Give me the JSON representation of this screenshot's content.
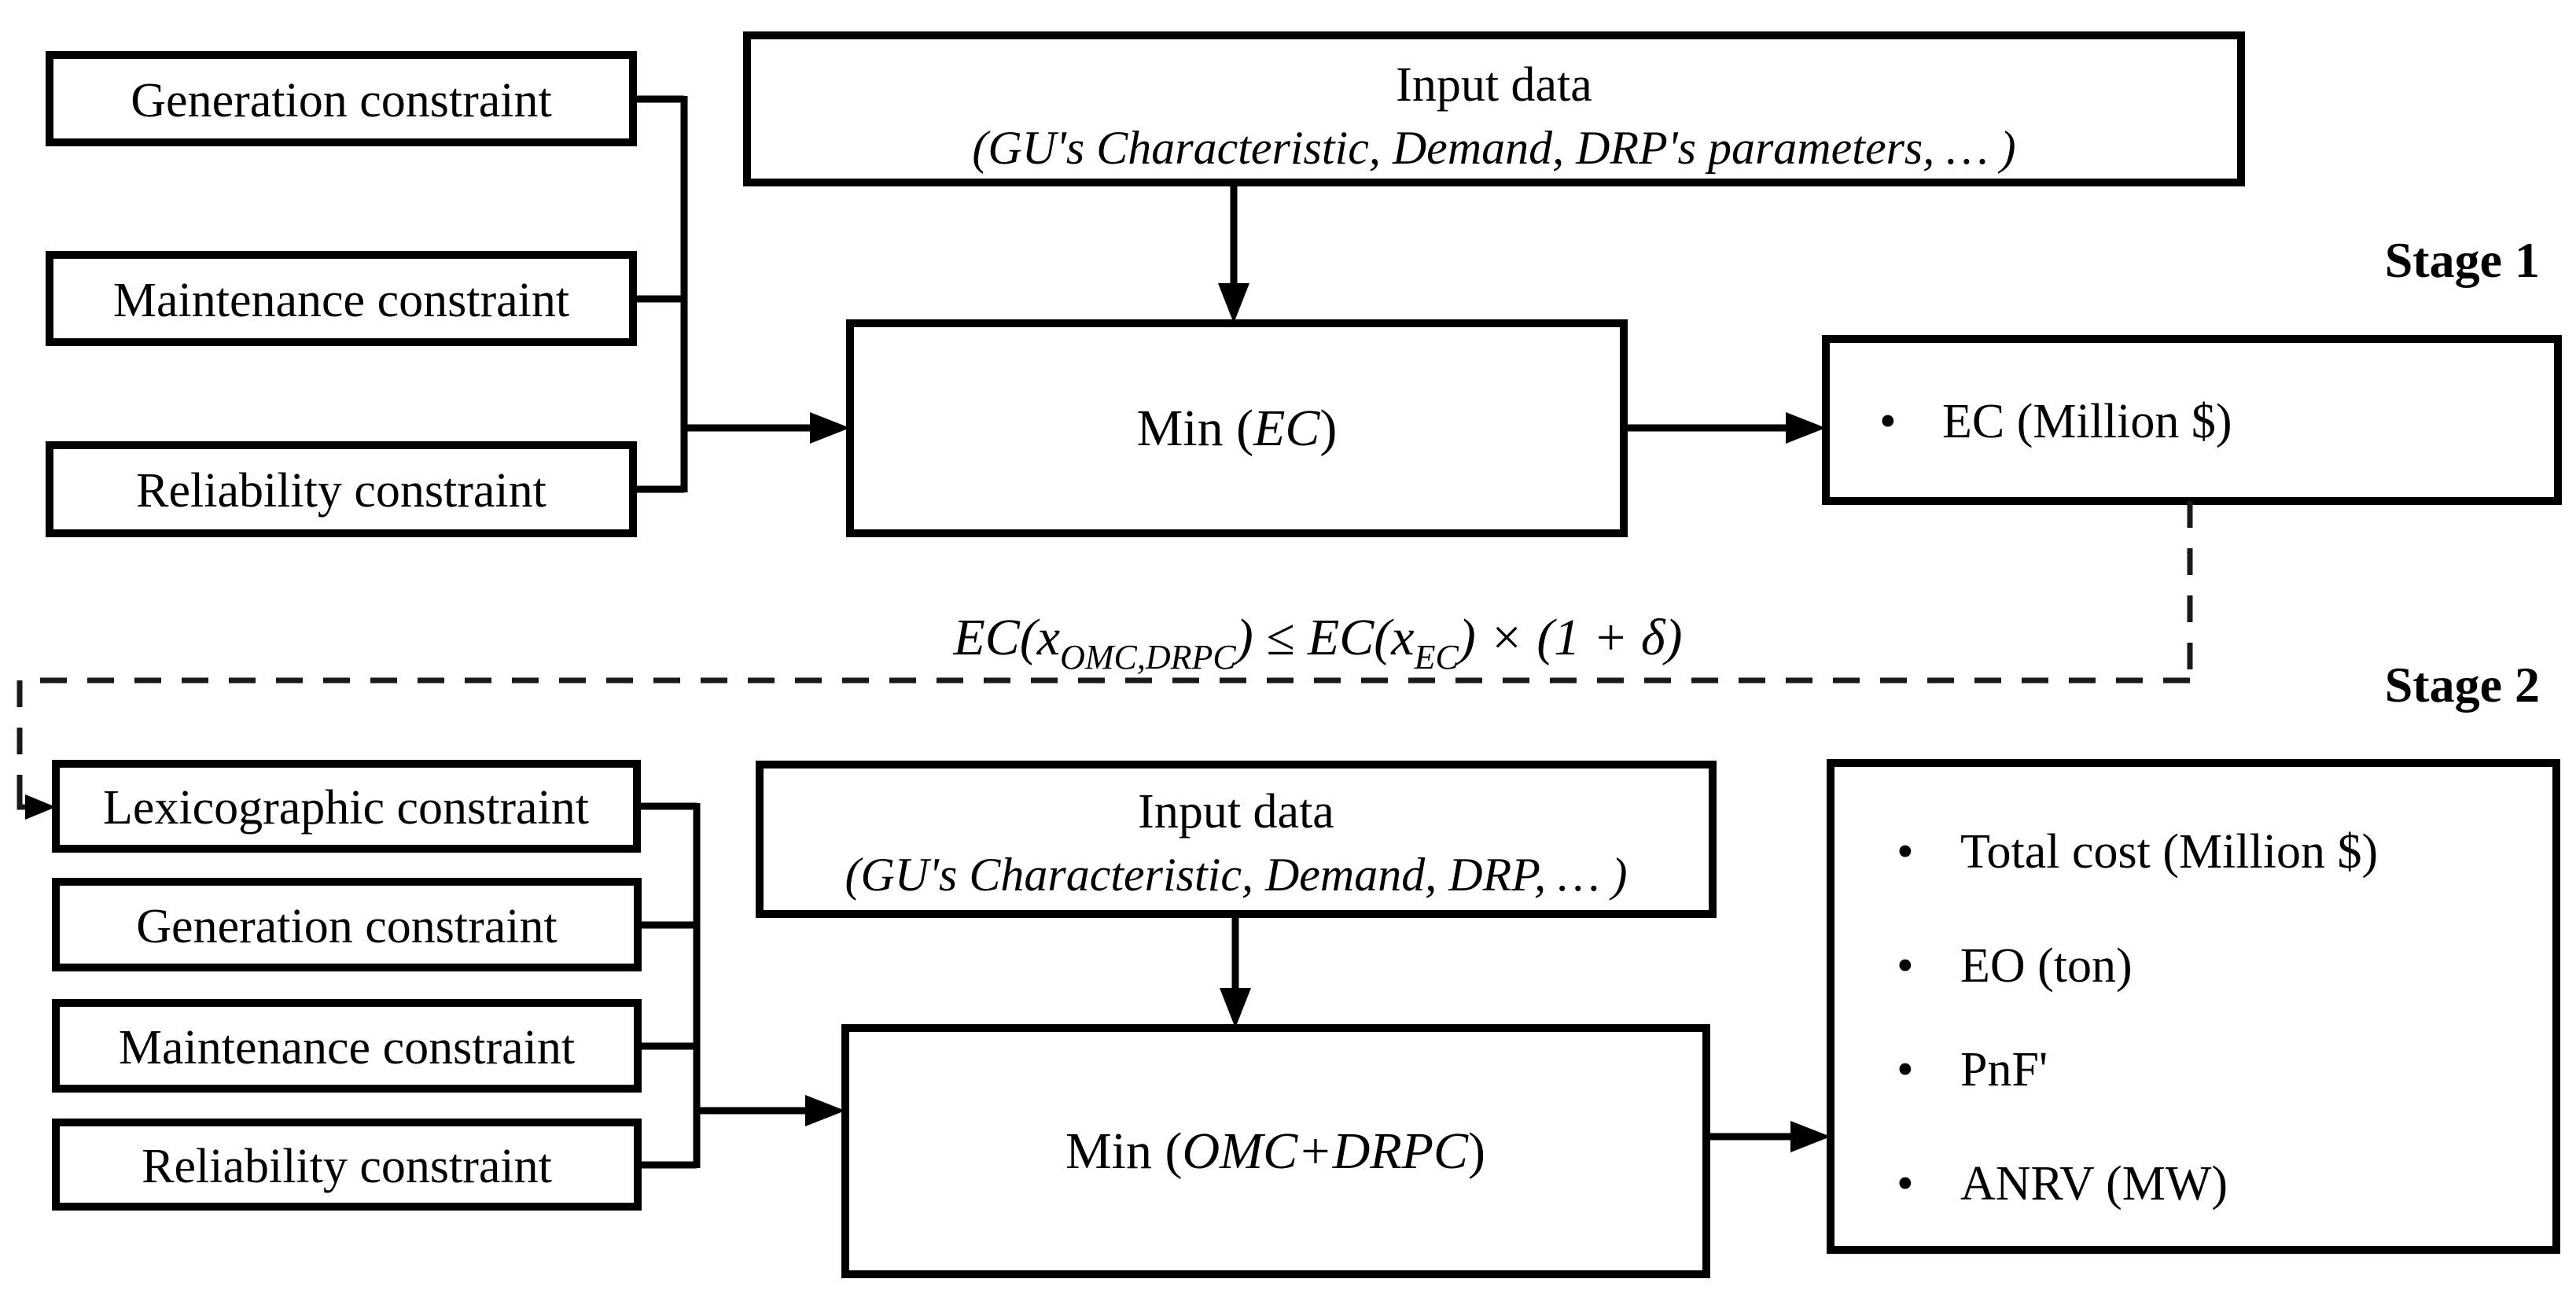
{
  "diagram": {
    "stage1": {
      "label": "Stage 1",
      "constraints": [
        {
          "label": "Generation constraint"
        },
        {
          "label": "Maintenance constraint"
        },
        {
          "label": "Reliability constraint"
        }
      ],
      "input_box": {
        "title": "Input data",
        "subtitle": "(GU's Characteristic, Demand, DRP's parameters, … )"
      },
      "process_box": {
        "prefix": "Min (",
        "objective": "EC",
        "suffix": ")"
      },
      "output_box": {
        "bullet": "•",
        "items": [
          {
            "label": "EC (Million $)"
          }
        ]
      }
    },
    "coupling_equation": {
      "p1": "EC(x",
      "sub1": "OMC,DRPC",
      "p2": ") ≤ EC(x",
      "sub2": "EC",
      "p3": ") × (1 + δ)"
    },
    "stage2": {
      "label": "Stage 2",
      "constraints": [
        {
          "label": "Lexicographic constraint"
        },
        {
          "label": "Generation constraint"
        },
        {
          "label": "Maintenance constraint"
        },
        {
          "label": "Reliability constraint"
        }
      ],
      "input_box": {
        "title": "Input data",
        "subtitle": "(GU's Characteristic, Demand, DRP, … )"
      },
      "process_box": {
        "prefix": "Min (",
        "objective": "OMC+DRPC",
        "suffix": ")"
      },
      "output_box": {
        "bullet": "•",
        "items": [
          {
            "label": "Total cost (Million $)"
          },
          {
            "label": "EO (ton)"
          },
          {
            "label": "PnF'"
          },
          {
            "label": "ANRV (MW)"
          }
        ]
      }
    }
  }
}
